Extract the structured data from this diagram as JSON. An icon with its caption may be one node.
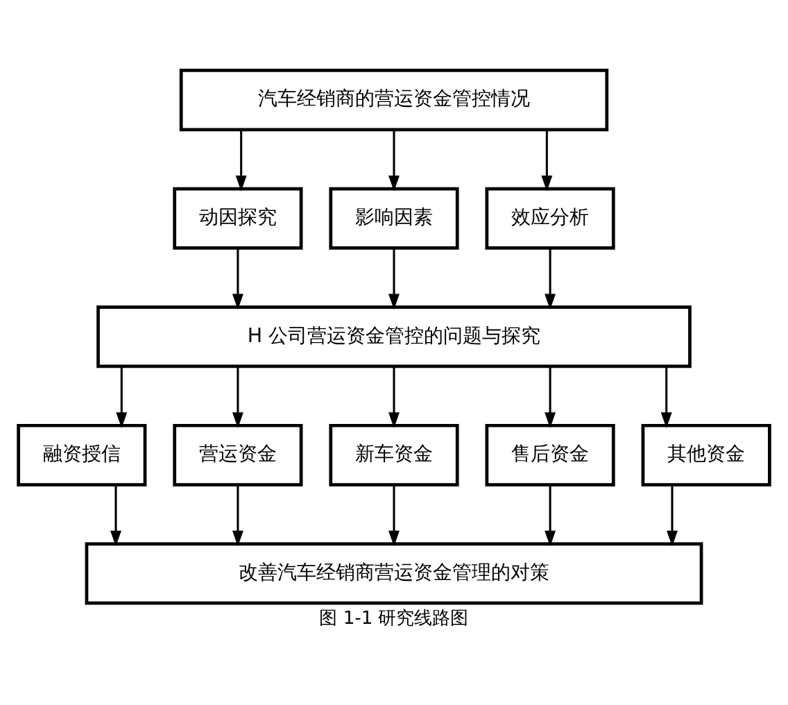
{
  "diagram": {
    "caption": "图 1-1 研究线路图",
    "nodes": [
      {
        "text": [
          "汽车经销商的营运资金管控情况"
        ]
      },
      {
        "text": [
          "动因探究"
        ]
      },
      {
        "text": [
          "影响因素"
        ]
      },
      {
        "text": [
          "效应分析"
        ]
      },
      {
        "text": [
          "H 公司营运资金管控的问题与探究"
        ]
      },
      {
        "text": [
          "融资授信"
        ]
      },
      {
        "text": [
          "营运资金"
        ]
      },
      {
        "text": [
          "新车资金"
        ]
      },
      {
        "text": [
          "售后资金"
        ]
      },
      {
        "text": [
          "其他资金"
        ]
      },
      {
        "text": [
          "改善汽车经销商营运资金管理的对策"
        ]
      }
    ],
    "edges": [
      {
        "from": 0,
        "to": 1,
        "arrow": "to"
      },
      {
        "from": 0,
        "to": 2,
        "arrow": "to"
      },
      {
        "from": 0,
        "to": 3,
        "arrow": "to"
      },
      {
        "from": 1,
        "to": 4,
        "arrow": "to"
      },
      {
        "from": 2,
        "to": 4,
        "arrow": "to"
      },
      {
        "from": 3,
        "to": 4,
        "arrow": "to"
      },
      {
        "from": 4,
        "to": 5,
        "arrow": "to"
      },
      {
        "from": 4,
        "to": 6,
        "arrow": "to"
      },
      {
        "from": 4,
        "to": 7,
        "arrow": "to"
      },
      {
        "from": 4,
        "to": 8,
        "arrow": "to"
      },
      {
        "from": 4,
        "to": 9,
        "arrow": "to"
      },
      {
        "from": 5,
        "to": 10,
        "arrow": "to"
      },
      {
        "from": 6,
        "to": 10,
        "arrow": "to"
      },
      {
        "from": 7,
        "to": 10,
        "arrow": "to"
      },
      {
        "from": 8,
        "to": 10,
        "arrow": "to"
      },
      {
        "from": 9,
        "to": 10,
        "arrow": "to"
      }
    ]
  }
}
